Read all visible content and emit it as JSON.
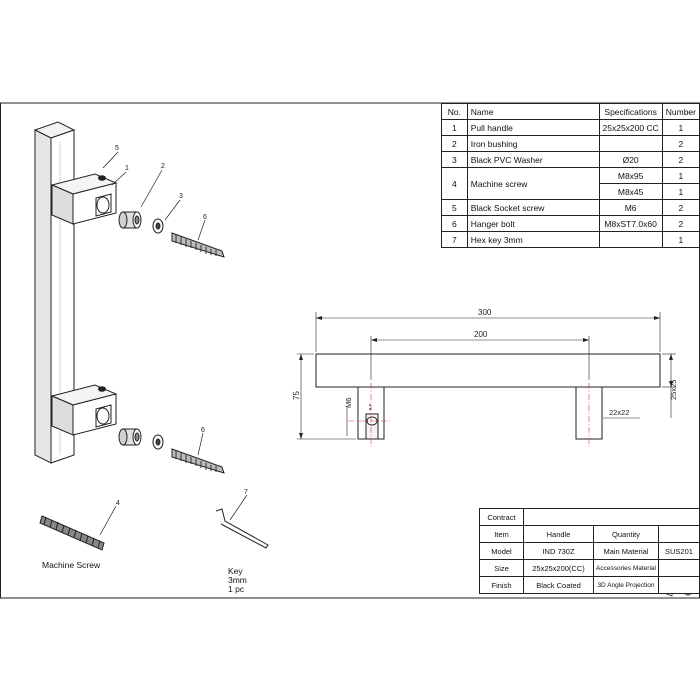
{
  "parts_table": {
    "headers": {
      "no": "No.",
      "name": "Name",
      "spec": "Specifications",
      "number": "Number"
    },
    "rows": [
      {
        "no": "1",
        "name": "Pull handle",
        "spec": "25x25x200 CC",
        "number": "1"
      },
      {
        "no": "2",
        "name": "Iron bushing",
        "spec": "",
        "number": "2"
      },
      {
        "no": "3",
        "name": "Black PVC Washer",
        "spec": "Ø20",
        "number": "2"
      },
      {
        "no": "4",
        "name": "Machine screw",
        "spec": "M8x95",
        "number": "1",
        "spec2": "M8x45",
        "number2": "1"
      },
      {
        "no": "5",
        "name": "Black Socket screw",
        "spec": "M6",
        "number": "2"
      },
      {
        "no": "6",
        "name": "Hanger bolt",
        "spec": "M8xST7.0x60",
        "number": "2"
      },
      {
        "no": "7",
        "name": "Hex key  3mm",
        "spec": "",
        "number": "1"
      }
    ]
  },
  "callouts": {
    "n1": "1",
    "n2": "2",
    "n3": "3",
    "n4": "4",
    "n5": "5",
    "n6": "6",
    "n7": "7"
  },
  "labels": {
    "machine_screw": "Machine Screw",
    "key_line1": "Key",
    "key_line2": "3mm",
    "key_line3": "1 pc"
  },
  "dimensions": {
    "overall_length": "300",
    "center_distance": "200",
    "height": "75",
    "section": "25x25",
    "post_section": "22x22",
    "thread": "M6"
  },
  "title_block": {
    "contract": "Contract",
    "item": "Item",
    "item_value": "Handle",
    "quantity": "Quantity",
    "model": "Model",
    "model_value": "IND 730Z",
    "main_material": "Main Material",
    "main_material_value": "SUS201",
    "size": "Size",
    "size_value": "25x25x200(CC)",
    "accessories_material": "Accessories Material",
    "finish": "Finish",
    "finish_value": "Black Coated",
    "projection": "3D Angle Projection"
  }
}
